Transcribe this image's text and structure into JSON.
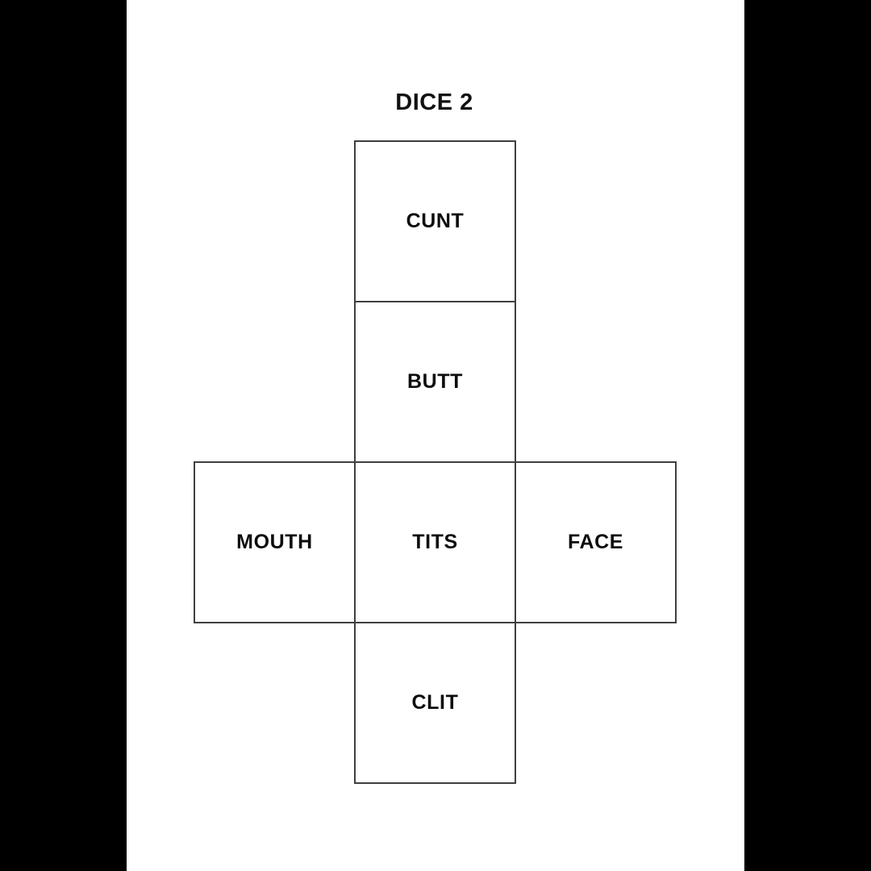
{
  "title": "DICE 2",
  "net": {
    "faces": [
      {
        "position": "top",
        "label": "CUNT"
      },
      {
        "position": "upper-middle",
        "label": "BUTT"
      },
      {
        "position": "left",
        "label": "MOUTH"
      },
      {
        "position": "center",
        "label": "TITS"
      },
      {
        "position": "right",
        "label": "FACE"
      },
      {
        "position": "bottom",
        "label": "CLIT"
      }
    ]
  },
  "colors": {
    "letterbox_background": "#000000",
    "page_background": "#ffffff",
    "net_border": "#3f3f3f",
    "text": "#0d0d0d"
  }
}
